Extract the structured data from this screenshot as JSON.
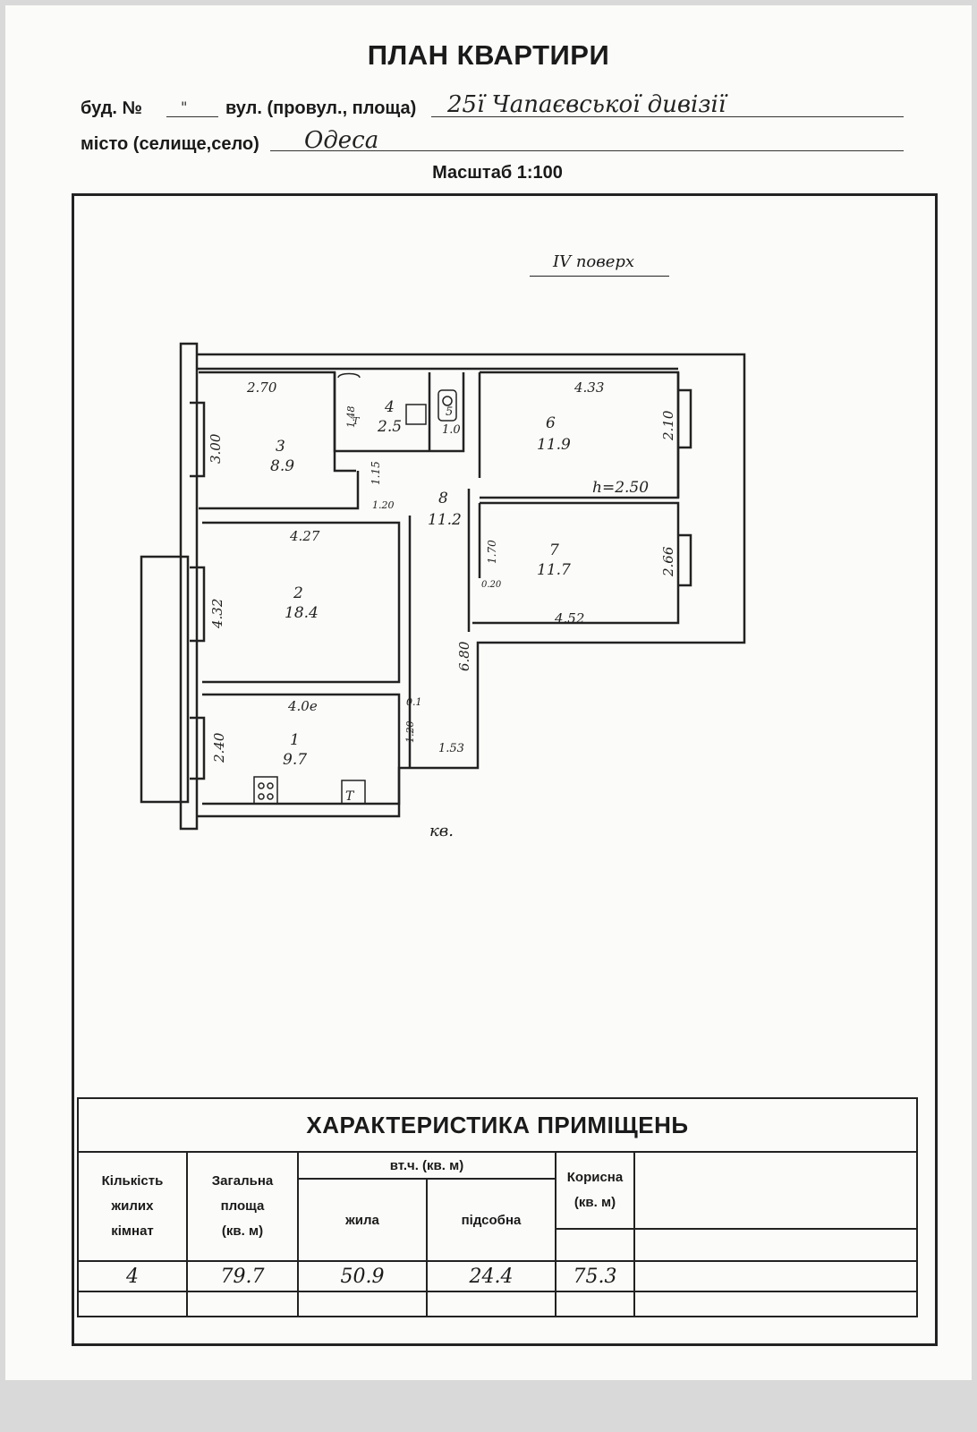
{
  "title": "ПЛАН КВАРТИРИ",
  "header": {
    "building_label": "буд. №",
    "building_value": "\"",
    "street_label": "вул. (провул., площа)",
    "street_value": "25ї Чапаєвської дивізії",
    "city_label": "місто (селище,село)",
    "city_value": "Одеса",
    "scale": "Масштаб 1:100"
  },
  "plan": {
    "floor": "IV поверх",
    "apartment_mark": "кв.",
    "height_note": "h=2.50",
    "rooms": [
      {
        "number": "1",
        "area": "9.7"
      },
      {
        "number": "2",
        "area": "18.4"
      },
      {
        "number": "3",
        "area": "8.9"
      },
      {
        "number": "4",
        "area": "2.5"
      },
      {
        "number": "5",
        "area": "1.0"
      },
      {
        "number": "6",
        "area": "11.9"
      },
      {
        "number": "7",
        "area": "11.7"
      },
      {
        "number": "8",
        "area": "11.2"
      }
    ],
    "dimensions": [
      "2.70",
      "3.00",
      "1.48",
      "4.33",
      "2.10",
      "1.15",
      "1.20",
      "4.27",
      "4.32",
      "1.70",
      "0.20",
      "2.66",
      "4.52",
      "6.80",
      "4.0e",
      "2.40",
      "0.1",
      "1.20",
      "1.53"
    ]
  },
  "characteristics": {
    "title": "ХАРАКТЕРИСТИКА ПРИМІЩЕНЬ",
    "col_rooms": [
      "Кількість",
      "жилих",
      "кімнат"
    ],
    "col_total": [
      "Загальна",
      "площа",
      "(кв. м)"
    ],
    "col_incl": "вт.ч. (кв. м)",
    "col_living": "жила",
    "col_aux": "підсобна",
    "col_useful": [
      "Корисна",
      "(кв. м)"
    ],
    "values": {
      "rooms": "4",
      "total": "79.7",
      "living": "50.9",
      "aux": "24.4",
      "useful": "75.3"
    }
  }
}
